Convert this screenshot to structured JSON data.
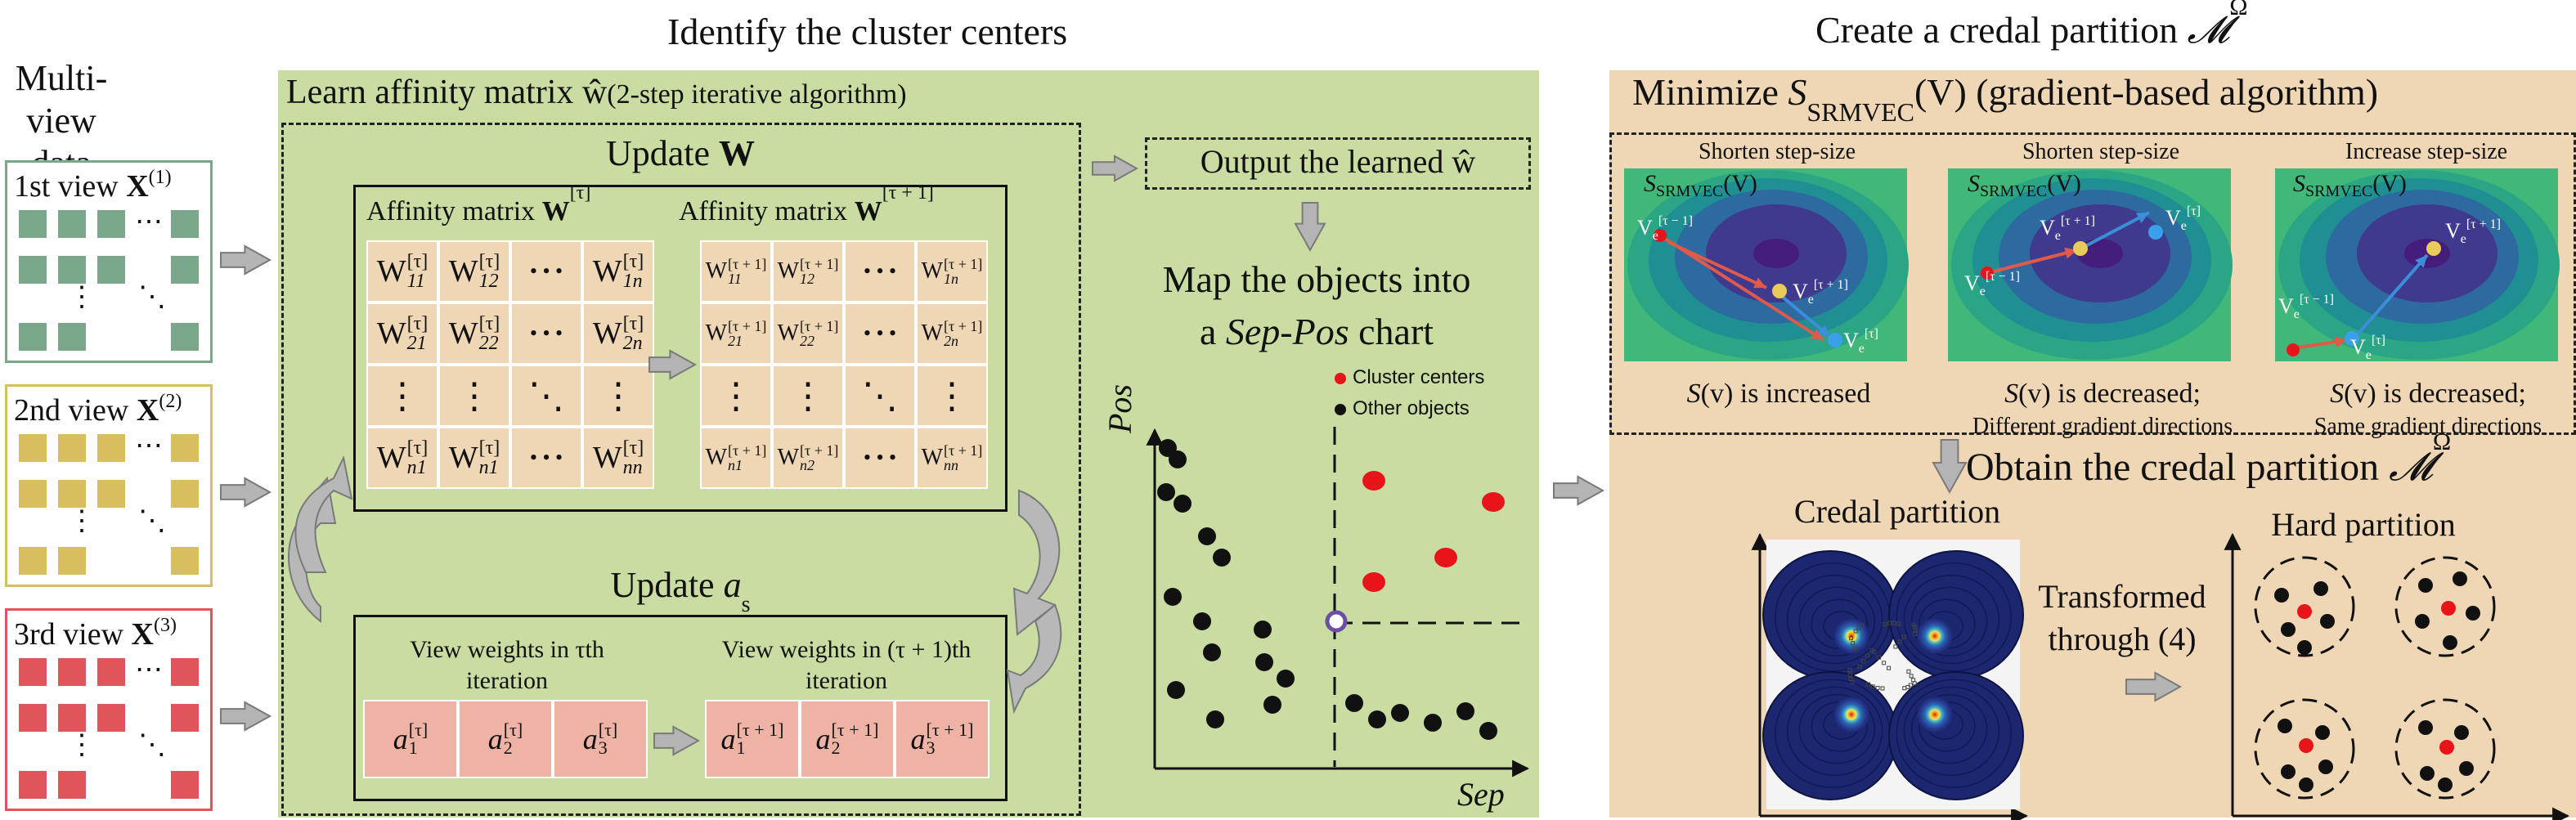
{
  "headers": {
    "identify": "Identify the cluster centers",
    "create": "Create a credal partition",
    "create_sym": "𝓜",
    "create_sup": "Ω"
  },
  "multiview": {
    "title_line1": "Multi-view",
    "title_line2": "data",
    "views": [
      {
        "label": "1st view ",
        "var": "X",
        "sup": "(1)",
        "color": "#7aa78a",
        "border": "#7aa78a"
      },
      {
        "label": "2nd view ",
        "var": "X",
        "sup": "(2)",
        "color": "#d8be5e",
        "border": "#d8be5e"
      },
      {
        "label": "3rd view ",
        "var": "X",
        "sup": "(3)",
        "color": "#e0545c",
        "border": "#e0545c"
      }
    ],
    "dots_h": "⋯",
    "dots_v": "⋮",
    "dots_d": "⋱"
  },
  "learn": {
    "title_main": "Learn affinity matrix ",
    "title_sym": "ŵ",
    "title_tail": "(2-step iterative algorithm)",
    "update_w": "Update ",
    "update_w_var": "W",
    "aff_label": "Affinity matrix ",
    "aff_var": "W",
    "aff_sup1": "[τ]",
    "aff_sup2": "[τ + 1]",
    "matrix1": [
      [
        "W",
        "11",
        "[τ]"
      ],
      [
        "W",
        "12",
        "[τ]"
      ],
      [
        "dots",
        "",
        ""
      ],
      [
        "W",
        "1n",
        "[τ]"
      ],
      [
        "W",
        "21",
        "[τ]"
      ],
      [
        "W",
        "22",
        "[τ]"
      ],
      [
        "dots",
        "",
        ""
      ],
      [
        "W",
        "2n",
        "[τ]"
      ],
      [
        "vdots",
        "",
        ""
      ],
      [
        "vdots",
        "",
        ""
      ],
      [
        "ddots",
        "",
        ""
      ],
      [
        "vdots",
        "",
        ""
      ],
      [
        "W",
        "n1",
        "[τ]"
      ],
      [
        "W",
        "n1",
        "[τ]"
      ],
      [
        "dots",
        "",
        ""
      ],
      [
        "W",
        "nn",
        "[τ]"
      ]
    ],
    "matrix2": [
      [
        "W",
        "11",
        "[τ + 1]"
      ],
      [
        "W",
        "12",
        "[τ + 1]"
      ],
      [
        "dots",
        "",
        ""
      ],
      [
        "W",
        "1n",
        "[τ + 1]"
      ],
      [
        "W",
        "21",
        "[τ + 1]"
      ],
      [
        "W",
        "22",
        "[τ + 1]"
      ],
      [
        "dots",
        "",
        ""
      ],
      [
        "W",
        "2n",
        "[τ + 1]"
      ],
      [
        "vdots",
        "",
        ""
      ],
      [
        "vdots",
        "",
        ""
      ],
      [
        "ddots",
        "",
        ""
      ],
      [
        "vdots",
        "",
        ""
      ],
      [
        "W",
        "n1",
        "[τ + 1]"
      ],
      [
        "W",
        "n2",
        "[τ + 1]"
      ],
      [
        "dots",
        "",
        ""
      ],
      [
        "W",
        "nn",
        "[τ + 1]"
      ]
    ],
    "update_a": "Update ",
    "update_a_var": "a",
    "update_a_sub": "s",
    "weights_tau_l1": "View weights in τth",
    "weights_tau_l2": "iteration",
    "weights_tau1_l1": "View weights in (τ + 1)th",
    "weights_tau1_l2": "iteration",
    "w_tau": [
      [
        "a",
        "1",
        "[τ]"
      ],
      [
        "a",
        "2",
        "[τ]"
      ],
      [
        "a",
        "3",
        "[τ]"
      ]
    ],
    "w_tau1": [
      [
        "a",
        "1",
        "[τ + 1]"
      ],
      [
        "a",
        "2",
        "[τ + 1]"
      ],
      [
        "a",
        "3",
        "[τ + 1]"
      ]
    ]
  },
  "output": {
    "text": "Output the learned ",
    "sym": "ŵ"
  },
  "sepPos": {
    "title_l1": "Map the objects into",
    "title_l2_a": "a ",
    "title_l2_b": "Sep-Pos",
    "title_l2_c": " chart",
    "legend_centers": "Cluster centers",
    "legend_others": "Other objects",
    "xlabel": "Sep",
    "ylabel": "Pos"
  },
  "minimize": {
    "title_a": "Minimize ",
    "title_S": "S",
    "title_sub": "SRMVEC",
    "title_b": "(V) (gradient-based algorithm)",
    "panels": [
      {
        "top": "Shorten step-size",
        "cap1": "S",
        "cap2": "(v) is increased",
        "cap3": ""
      },
      {
        "top": "Shorten step-size",
        "cap1": "S",
        "cap2": "(v) is decreased;",
        "cap3": "Different gradient directions"
      },
      {
        "top": "Increase step-size",
        "cap1": "S",
        "cap2": "(v) is decreased;",
        "cap3": "Same gradient directions"
      }
    ],
    "map_S": "S",
    "map_sub": "SRMVEC",
    "map_tail": "(V)",
    "ve": "V",
    "ve_sub": "e",
    "sup_tm1": "[τ − 1]",
    "sup_t": "[τ]",
    "sup_tp1": "[τ + 1]"
  },
  "obtain": {
    "title": "Obtain the credal partition ",
    "sym": "𝓜",
    "sup": "Ω",
    "credal": "Credal partition",
    "hard": "Hard partition",
    "trans_l1": "Transformed",
    "trans_l2": "through (4)"
  },
  "colors": {
    "green_panel": "#c9dca1",
    "tan_panel": "#efd7b5",
    "matrix_cell": "#efd7b5",
    "weight_cell": "#efb3a6",
    "center_red": "#e8141a",
    "arrow_grey": "#b4b4b4"
  }
}
